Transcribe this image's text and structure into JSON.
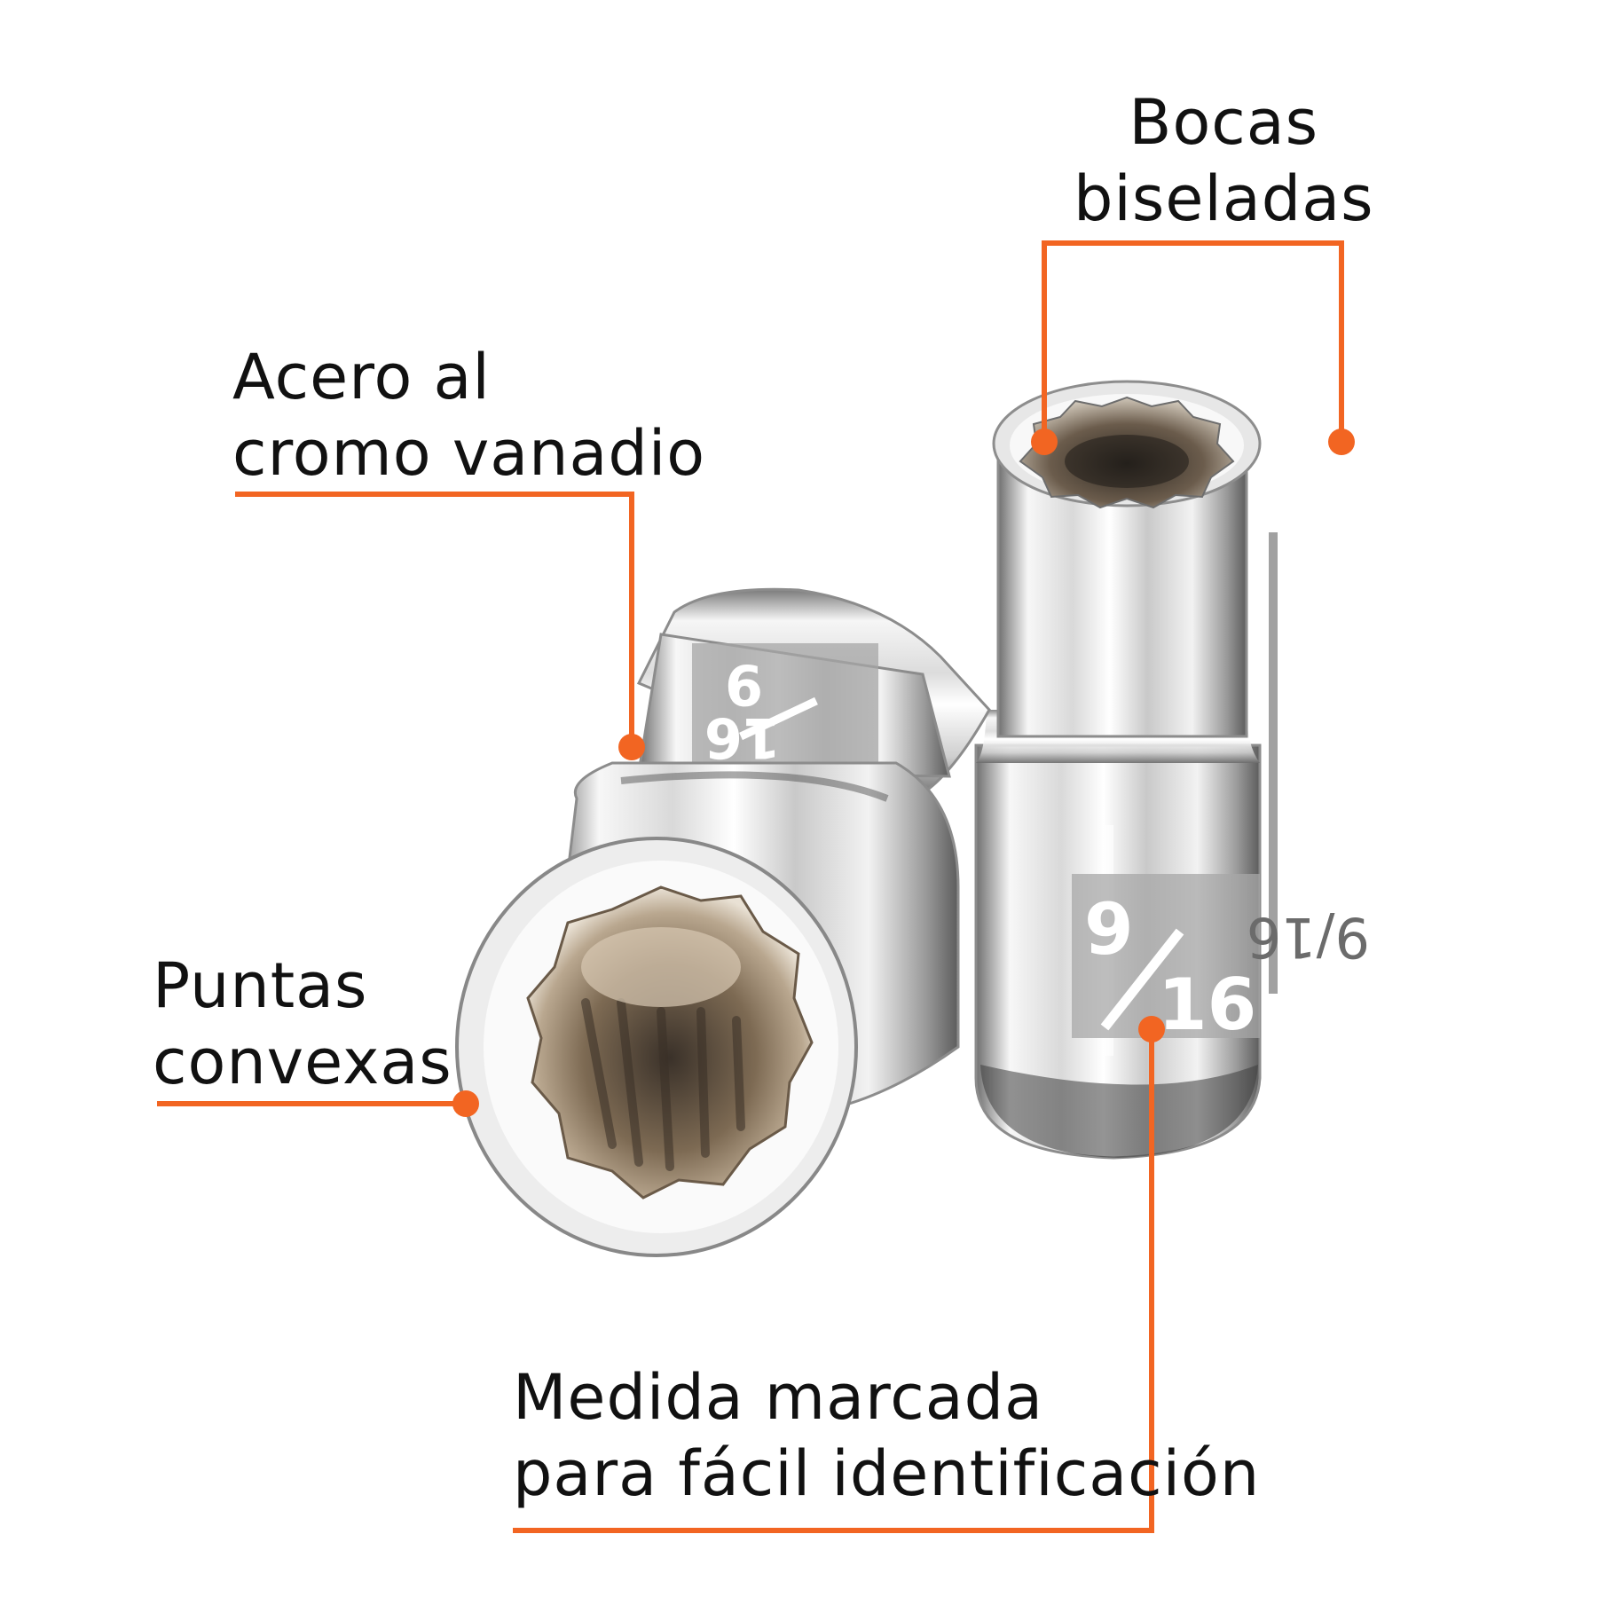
{
  "callouts": {
    "acero": {
      "line1": "Acero al",
      "line2": "cromo vanadio"
    },
    "bocas": {
      "line1": "Bocas",
      "line2": "biseladas"
    },
    "puntas": {
      "line1": "Puntas",
      "line2": "convexas"
    },
    "medida": {
      "line1": "Medida marcada",
      "line2": "para fácil identificación"
    }
  },
  "sockets": {
    "size_marking": {
      "numerator": "9",
      "denominator": "16"
    }
  },
  "colors": {
    "accent": "#f26522",
    "text": "#111111",
    "background": "#ffffff",
    "chrome_light": "#f4f4f4",
    "chrome_dark": "#8a8a8a",
    "interior_bronze": "#8a7358"
  }
}
